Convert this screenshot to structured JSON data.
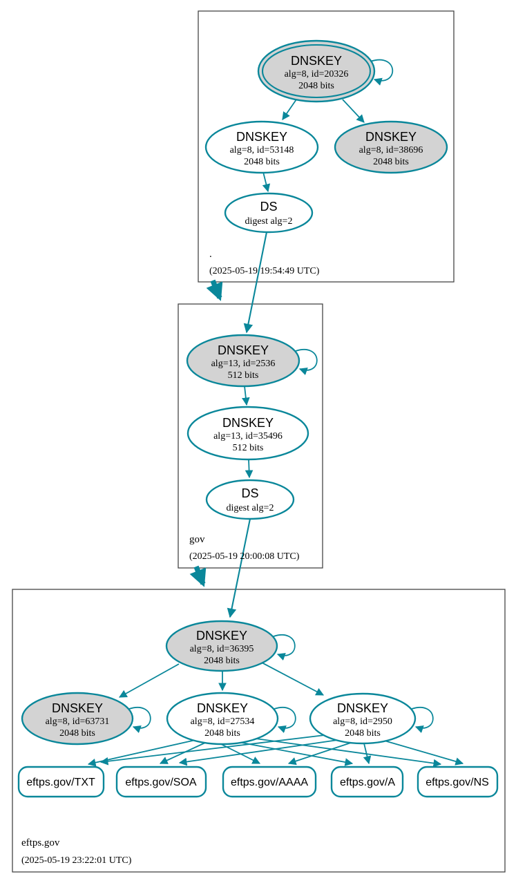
{
  "diagram": {
    "type": "dnssec-authentication-chain",
    "colors": {
      "secure_edge": "#0a879a",
      "ksk_fill": "#d3d3d3",
      "node_fill": "#ffffff",
      "zone_box_border": "#454545",
      "text": "#000000"
    }
  },
  "zones": [
    {
      "name": ".",
      "timestamp": "(2025-05-19 19:54:49 UTC)",
      "nodes": [
        {
          "title": "DNSKEY",
          "detail": "alg=8, id=20326",
          "size": "2048 bits"
        },
        {
          "title": "DNSKEY",
          "detail": "alg=8, id=53148",
          "size": "2048 bits"
        },
        {
          "title": "DNSKEY",
          "detail": "alg=8, id=38696",
          "size": "2048 bits"
        },
        {
          "title": "DS",
          "detail": "digest alg=2"
        }
      ]
    },
    {
      "name": "gov",
      "timestamp": "(2025-05-19 20:00:08 UTC)",
      "nodes": [
        {
          "title": "DNSKEY",
          "detail": "alg=13, id=2536",
          "size": "512 bits"
        },
        {
          "title": "DNSKEY",
          "detail": "alg=13, id=35496",
          "size": "512 bits"
        },
        {
          "title": "DS",
          "detail": "digest alg=2"
        }
      ]
    },
    {
      "name": "eftps.gov",
      "timestamp": "(2025-05-19 23:22:01 UTC)",
      "nodes": [
        {
          "title": "DNSKEY",
          "detail": "alg=8, id=36395",
          "size": "2048 bits"
        },
        {
          "title": "DNSKEY",
          "detail": "alg=8, id=63731",
          "size": "2048 bits"
        },
        {
          "title": "DNSKEY",
          "detail": "alg=8, id=27534",
          "size": "2048 bits"
        },
        {
          "title": "DNSKEY",
          "detail": "alg=8, id=2950",
          "size": "2048 bits"
        }
      ],
      "rrsets": [
        {
          "label": "eftps.gov/TXT"
        },
        {
          "label": "eftps.gov/SOA"
        },
        {
          "label": "eftps.gov/AAAA"
        },
        {
          "label": "eftps.gov/A"
        },
        {
          "label": "eftps.gov/NS"
        }
      ]
    }
  ]
}
